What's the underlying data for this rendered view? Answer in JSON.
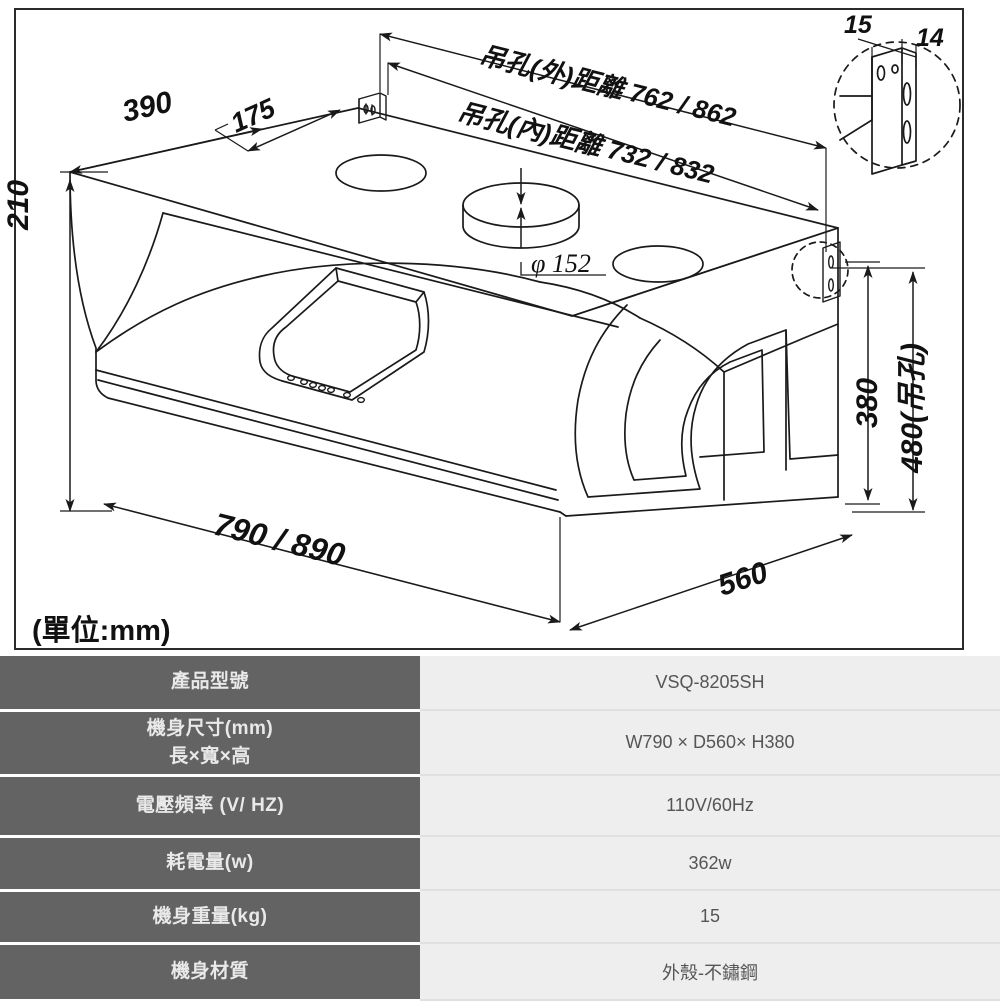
{
  "drawing": {
    "title_note": "(單位:mm)",
    "dimensions": {
      "depth_top": "390",
      "offset_175": "175",
      "height_210": "210",
      "hang_hole_outer": "吊孔(外)距離 762 / 862",
      "hang_hole_inner": "吊孔(內)距離 732 / 832",
      "duct_diameter": "φ 152",
      "width_bottom": "790 / 890",
      "depth_bottom": "560",
      "height_380": "380",
      "height_480_hang": "480(吊孔)",
      "detail_15": "15",
      "detail_14": "14"
    }
  },
  "spec_table": {
    "rows": [
      {
        "key": "產品型號",
        "key_sub": "",
        "value": "VSQ-8205SH"
      },
      {
        "key": "機身尺寸(mm)",
        "key_sub": "長×寬×高",
        "value": "W790 × D560× H380"
      },
      {
        "key": "電壓頻率 (V/ HZ)",
        "key_sub": "",
        "value": "110V/60Hz"
      },
      {
        "key": "耗電量(w)",
        "key_sub": "",
        "value": "362w"
      },
      {
        "key": "機身重量(kg)",
        "key_sub": "",
        "value": "15"
      },
      {
        "key": "機身材質",
        "key_sub": "",
        "value": "外殼-不鏽鋼"
      }
    ]
  },
  "colors": {
    "key_bg": "#636363",
    "key_text": "#e9e9e9",
    "value_bg": "#eeeeee",
    "value_text": "#555555",
    "line": "#1a1a1a",
    "frame": "#2b2b2b"
  }
}
